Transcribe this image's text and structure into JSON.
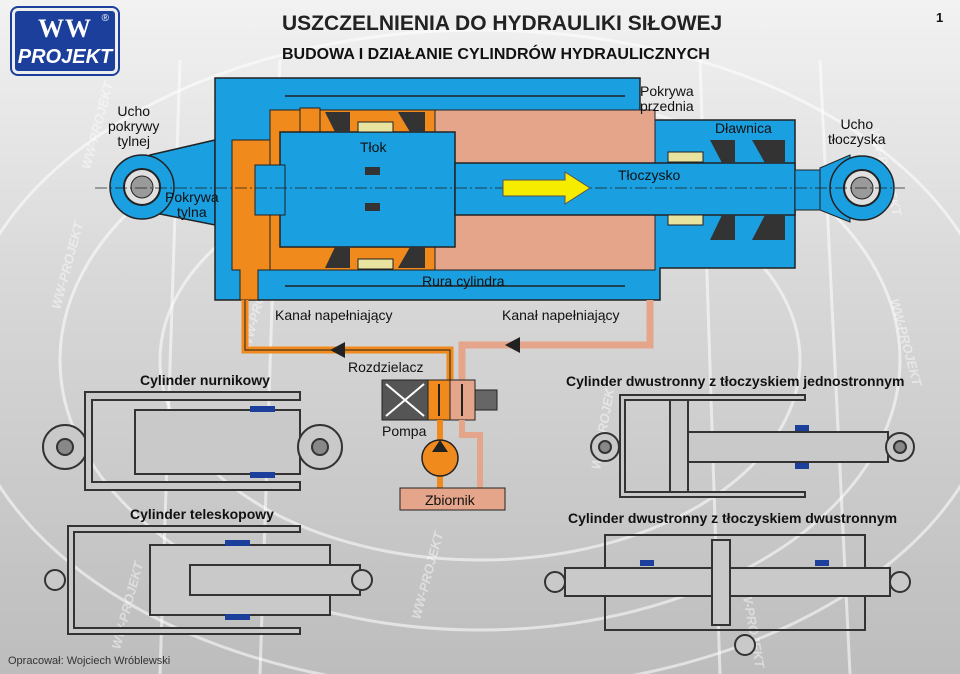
{
  "logo": {
    "top_text": "WW",
    "bottom_text": "PROJEKT",
    "reg_mark": "®"
  },
  "page_number": "1",
  "title": "USZCZELNIENIA DO HYDRAULIKI SIŁOWEJ",
  "subtitle": "BUDOWA I DZIAŁANIE CYLINDRÓW HYDRAULICZNYCH",
  "labels": {
    "rear_eye": [
      "Ucho",
      "pokrywy",
      "tylnej"
    ],
    "rear_cover": [
      "Pokrywa",
      "tylna"
    ],
    "piston": "Tłok",
    "front_cover": [
      "Pokrywa",
      "przednia"
    ],
    "gland": "Dławnica",
    "rod_eye": [
      "Ucho",
      "tłoczyska"
    ],
    "rod": "Tłoczysko",
    "barrel": "Rura cylindra",
    "fill_channel_left": "Kanał napełniający",
    "fill_channel_right": "Kanał napełniający",
    "valve": "Rozdzielacz",
    "pump": "Pompa",
    "tank": "Zbiornik"
  },
  "sections": {
    "plunger": "Cylinder nurnikowy",
    "double_single_rod": "Cylinder dwustronny z tłoczyskiem jednostronnym",
    "telescopic": "Cylinder teleskopowy",
    "double_double_rod": "Cylinder dwustronny z tłoczyskiem dwustronnym"
  },
  "author": "Opracował: Wojciech Wróblewski",
  "watermark": "WW-PROJEKT",
  "colors": {
    "hydraulic_blue": "#1a9fe0",
    "oil_orange": "#f08a1c",
    "oil_salmon": "#e5a58a",
    "seal_dark": "#333333",
    "seal_yellow": "#e8e4a0",
    "logo_blue": "#1c3f9c",
    "arrow_yellow": "#f5ec00"
  }
}
